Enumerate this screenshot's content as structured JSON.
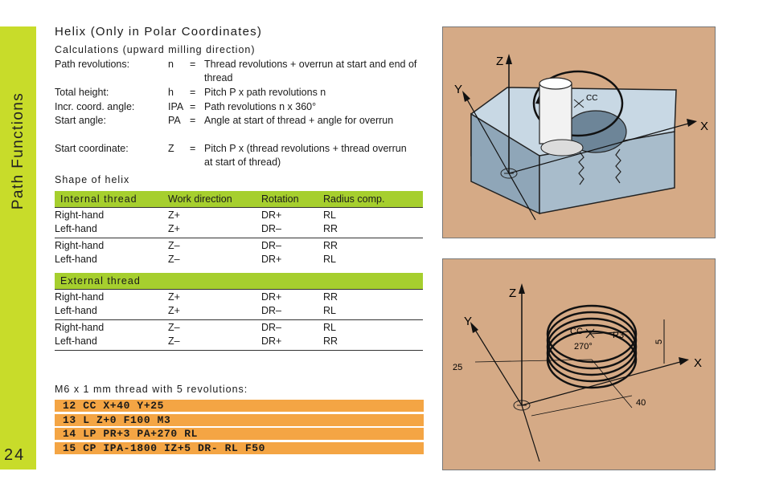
{
  "sidebar": {
    "title": "Path  Functions",
    "page_number": "24"
  },
  "heading": "Helix (Only in Polar Coordinates)",
  "calc_title": "Calculations (upward milling direction)",
  "calc_rows": [
    {
      "label": "Path revolutions:",
      "sym": "n",
      "eq": "=",
      "text": "Thread revolutions + overrun at start and end of thread"
    },
    {
      "label": "Total height:",
      "sym": "h",
      "eq": "=",
      "text": "Pitch P x path revolutions n"
    },
    {
      "label": "Incr. coord. angle:",
      "sym": "IPA",
      "eq": "=",
      "text": "Path revolutions n x 360°"
    },
    {
      "label": "Start angle:",
      "sym": "PA",
      "eq": "=",
      "text": "Angle at start of thread + angle for overrun"
    },
    {
      "label": "Start coordinate:",
      "sym": "Z",
      "eq": "=",
      "text": "Pitch P x (thread revolutions + thread overrun at start of thread)"
    }
  ],
  "shape_title": "Shape of helix",
  "table": {
    "headers": [
      "Internal thread",
      "Work direction",
      "Rotation",
      "Radius comp."
    ],
    "internal_rows": [
      [
        "Right-hand",
        "Z+",
        "DR+",
        "RL"
      ],
      [
        "Left-hand",
        "Z+",
        "DR–",
        "RR"
      ],
      [
        "Right-hand",
        "Z–",
        "DR–",
        "RR"
      ],
      [
        "Left-hand",
        "Z–",
        "DR+",
        "RL"
      ]
    ],
    "external_header": "External thread",
    "external_rows": [
      [
        "Right-hand",
        "Z+",
        "DR+",
        "RR"
      ],
      [
        "Left-hand",
        "Z+",
        "DR–",
        "RL"
      ],
      [
        "Right-hand",
        "Z–",
        "DR–",
        "RL"
      ],
      [
        "Left-hand",
        "Z–",
        "DR+",
        "RR"
      ]
    ]
  },
  "example_title": "M6 x 1 mm thread with 5 revolutions:",
  "code_lines": [
    "12 CC X+40 Y+25",
    "13 L Z+0 F100 M3",
    "14 LP PR+3 PA+270 RL",
    "15 CP IPA-1800 IZ+5 DR- RL F50"
  ],
  "fig1": {
    "z": "Z",
    "y": "Y",
    "x": "X",
    "cc": "CC"
  },
  "fig2": {
    "z": "Z",
    "y": "Y",
    "x": "X",
    "cc": "CC",
    "r": "R3",
    "angle": "270°",
    "h": "5",
    "y_dim": "25",
    "x_dim": "40"
  },
  "colors": {
    "sidebar": "#c8dc2a",
    "table_header": "#a6cf2e",
    "code_bg": "#f4a544",
    "figure_bg": "#d5aa86"
  }
}
